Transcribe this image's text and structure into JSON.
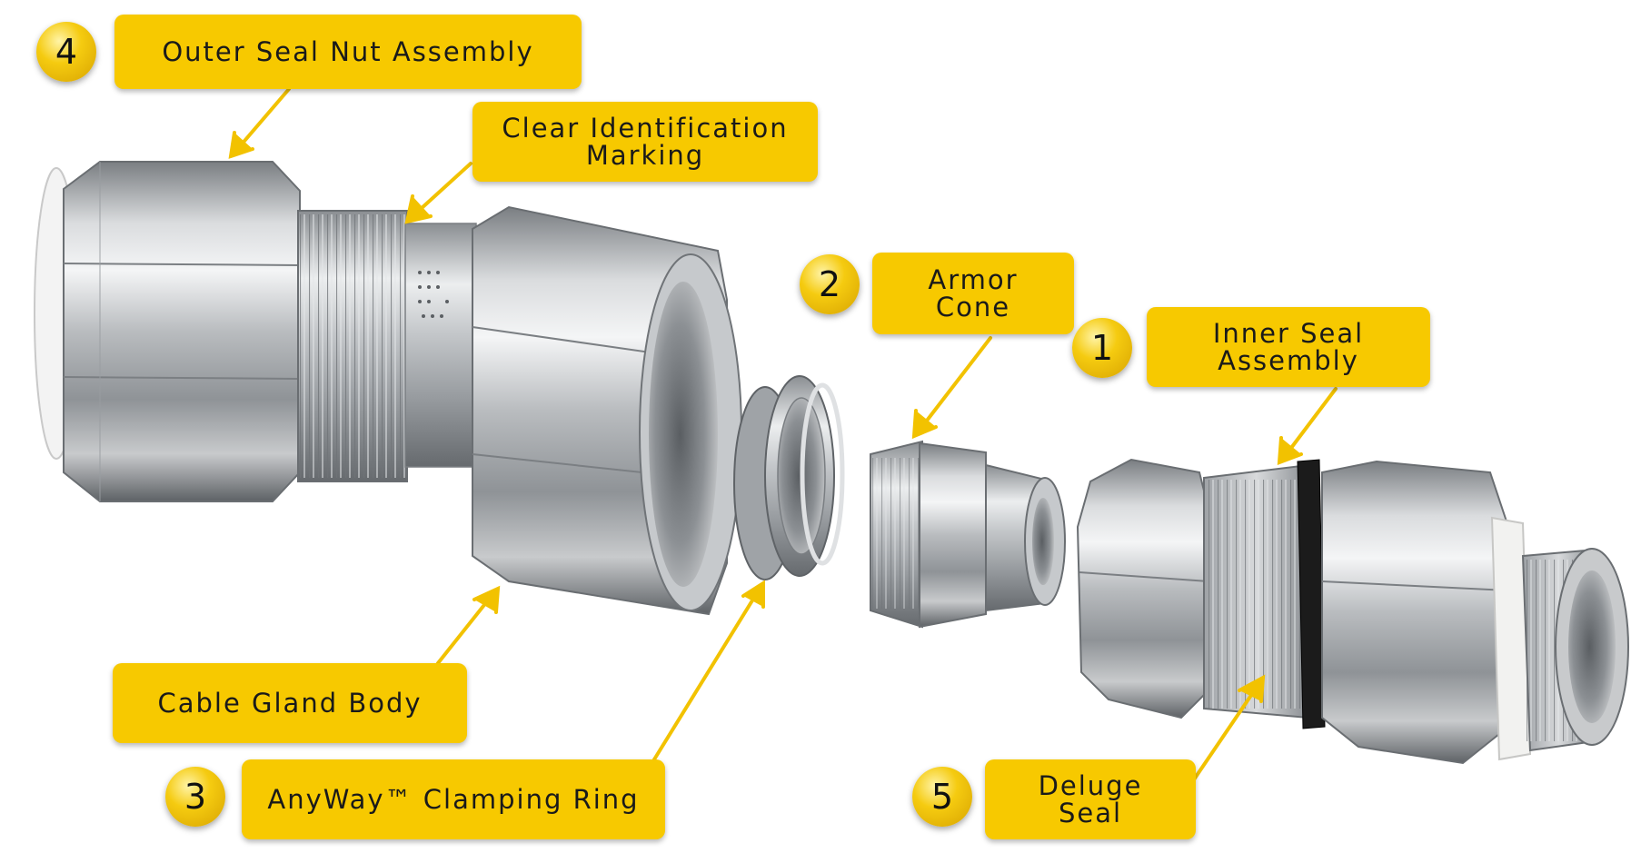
{
  "labels": {
    "outer_seal_nut": {
      "badge": "4",
      "text": "Outer Seal Nut Assembly"
    },
    "clear_identification": {
      "text": "Clear Identification\nMarking"
    },
    "armor_cone": {
      "badge": "2",
      "text": "Armor\nCone"
    },
    "inner_seal": {
      "badge": "1",
      "text": "Inner Seal\nAssembly"
    },
    "cable_gland_body": {
      "text": "Cable Gland Body"
    },
    "clamping_ring": {
      "badge": "3",
      "text": "AnyWay™ Clamping Ring"
    },
    "deluge_seal": {
      "badge": "5",
      "text": "Deluge\nSeal"
    }
  },
  "colors": {
    "label_fill": "#f7c900",
    "arrow": "#f2c200",
    "metal_light": "#e6e8ea",
    "metal_dark": "#6c7074",
    "seal_black": "#1b1b1b",
    "washer_white": "#f2f2f0"
  }
}
